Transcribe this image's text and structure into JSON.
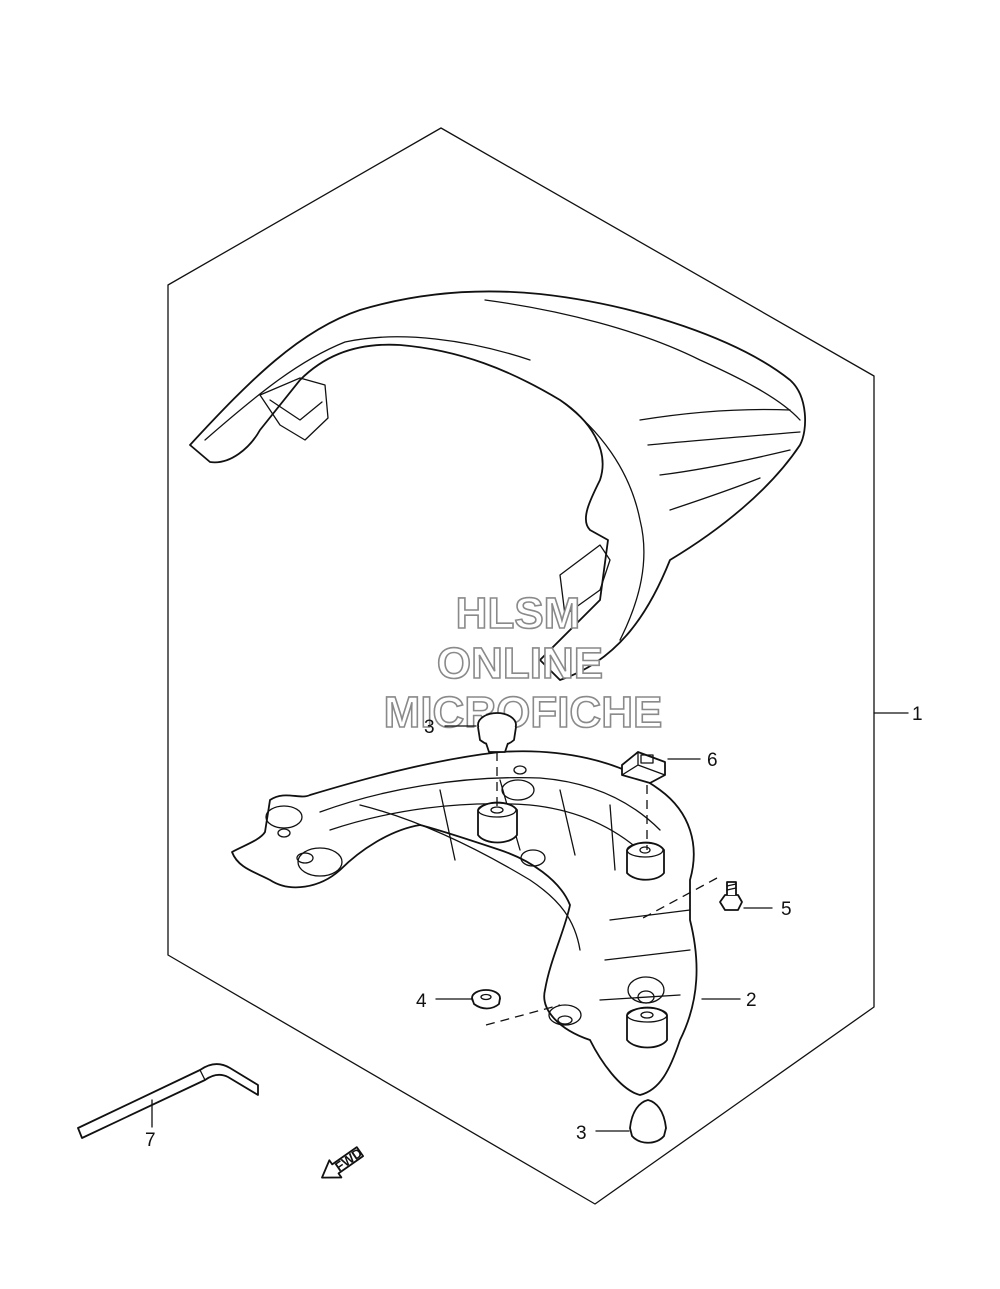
{
  "watermark": {
    "line1": "HLSM",
    "line2": "ONLINE",
    "line3": "MICROFICHE"
  },
  "callouts": {
    "c1": "1",
    "c2": "2",
    "c3_top": "3",
    "c3_bottom": "3",
    "c4": "4",
    "c5": "5",
    "c6": "6",
    "c7": "7"
  },
  "fwd_label": "FWD"
}
